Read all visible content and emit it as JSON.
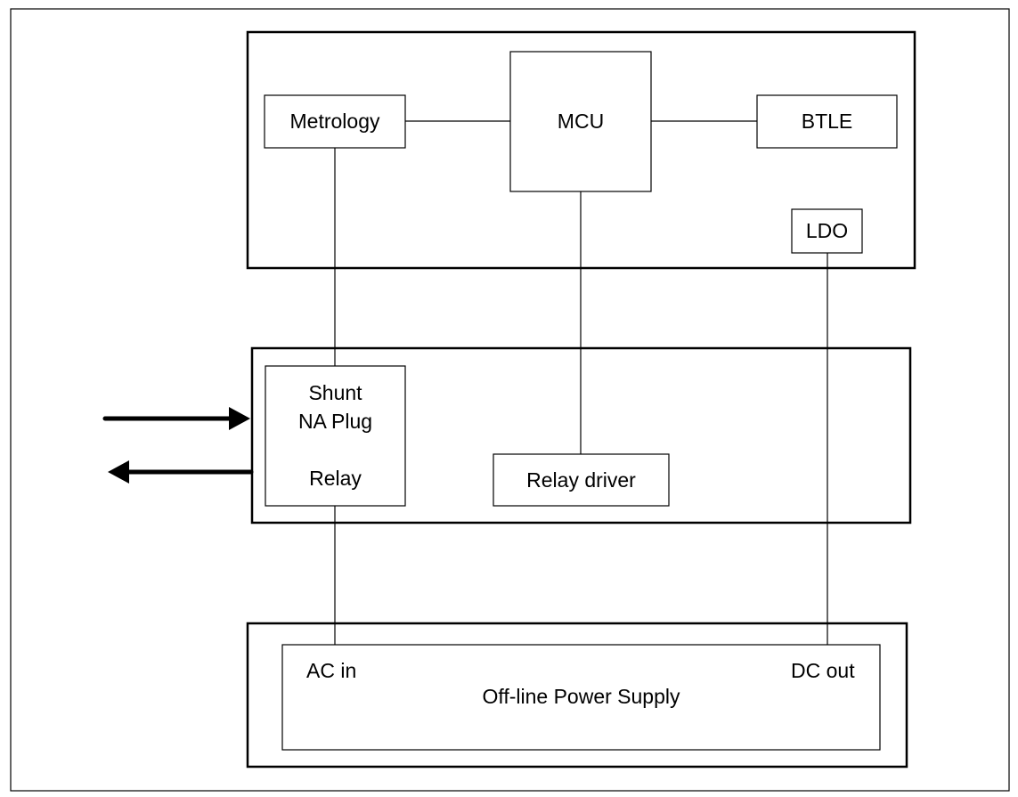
{
  "blocks": {
    "metrology": "Metrology",
    "mcu": "MCU",
    "btle": "BTLE",
    "ldo": "LDO",
    "shunt": "Shunt",
    "na_plug": "NA Plug",
    "relay": "Relay",
    "relay_driver": "Relay driver",
    "ac_in": "AC in",
    "dc_out": "DC out",
    "power_supply": "Off-line Power Supply"
  },
  "colors": {
    "line": "#000000",
    "background": "#ffffff"
  }
}
